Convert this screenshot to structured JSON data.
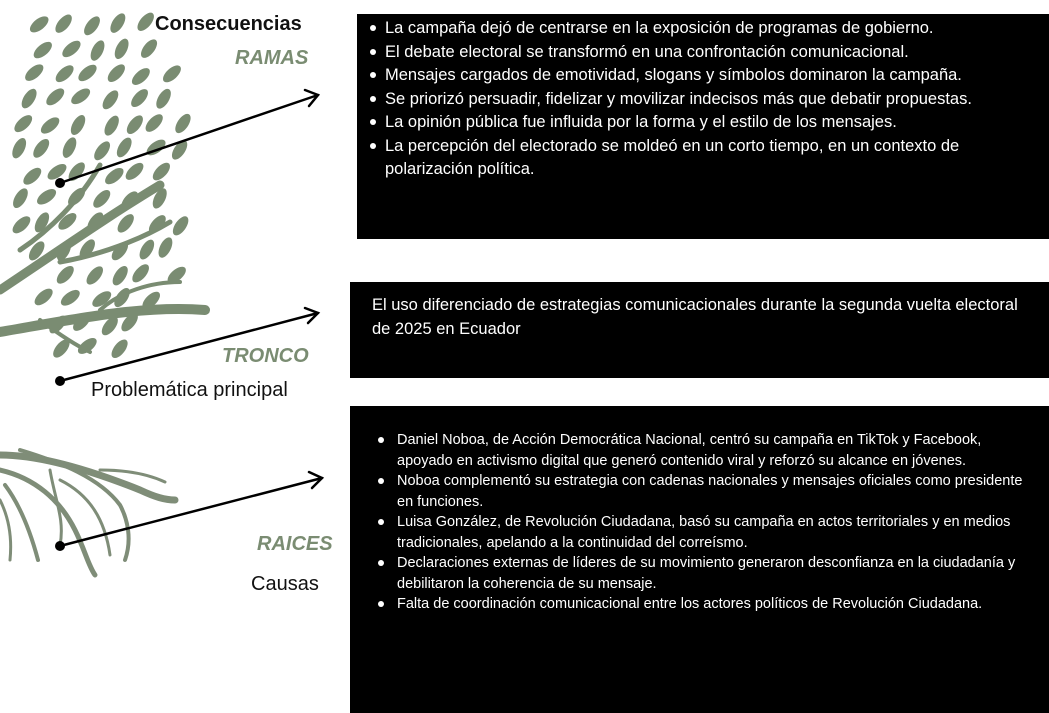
{
  "colors": {
    "leaf": "#7a8c72",
    "root": "#7f8d78",
    "box": "#000000",
    "box_text": "#ffffff"
  },
  "labels": {
    "consecuencias": "Consecuencias",
    "ramas": "RAMAS",
    "tronco": "TRONCO",
    "problematica": "Problemática principal",
    "raices": "RAICES",
    "causas": "Causas"
  },
  "consecuencias_items": [
    "La campaña dejó de centrarse en la exposición de programas de gobierno.",
    "El debate electoral se transformó en una confrontación comunicacional.",
    "Mensajes cargados de emotividad, slogans y símbolos dominaron la campaña.",
    "Se priorizó persuadir, fidelizar y movilizar indecisos más que debatir propuestas.",
    "La opinión pública fue influida por la forma y el estilo de los mensajes.",
    "La percepción del electorado se moldeó en un corto tiempo, en un contexto de polarización política."
  ],
  "problema_text": "El uso diferenciado de estrategias comunicacionales durante la segunda vuelta electoral de 2025 en Ecuador",
  "causas_items": [
    " Daniel Noboa, de Acción Democrática Nacional, centró su campaña en TikTok y Facebook, apoyado en activismo digital que generó contenido viral y reforzó su alcance en jóvenes.",
    "Noboa complementó su estrategia con cadenas nacionales y mensajes oficiales como presidente en funciones.",
    "Luisa González, de Revolución Ciudadana, basó su campaña en actos territoriales y en medios tradicionales, apelando a la continuidad del correísmo.",
    "Declaraciones externas de líderes de su movimiento generaron desconfianza en la ciudadanía y debilitaron la coherencia de su mensaje.",
    "Falta de coordinación comunicacional entre los actores políticos de Revolución Ciudadana."
  ]
}
